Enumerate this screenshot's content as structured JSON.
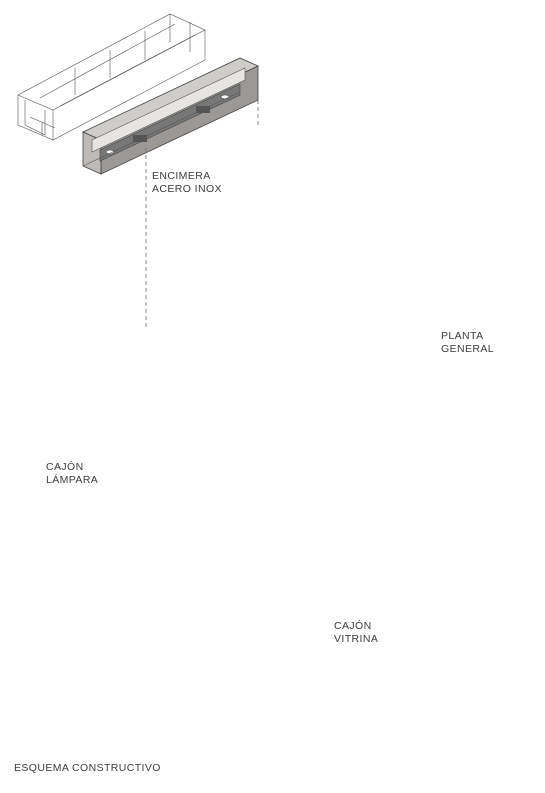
{
  "labels": {
    "encimera": [
      "ENCIMERA",
      "ACERO INOX"
    ],
    "planta": [
      "PLANTA",
      "GENERAL"
    ],
    "cajon_lampara": [
      "CAJÓN",
      "LÁMPARA"
    ],
    "cajon_vitrina": [
      "CAJÓN",
      "VITRINA"
    ],
    "esquema": "ESQUEMA CONSTRUCTIVO"
  },
  "colors": {
    "wall": "#b9b6b2",
    "wood": "#d8d2c6",
    "wood_dark": "#a39d92",
    "panel": "#d9d7d3",
    "panel_dark": "#8f8c88",
    "line": "#444444"
  }
}
